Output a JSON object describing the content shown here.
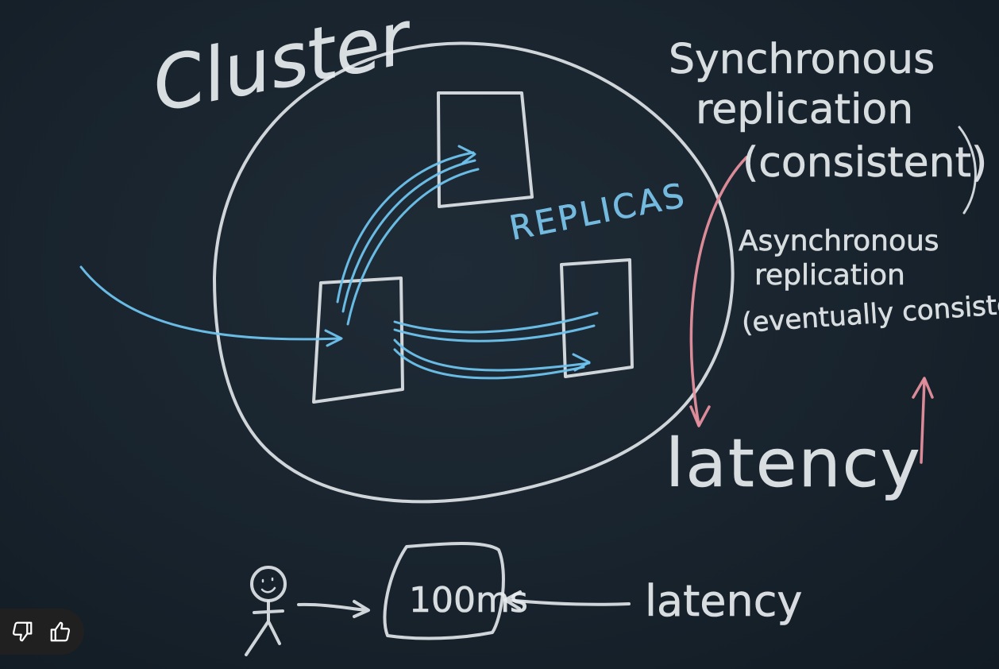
{
  "board": {
    "cluster_label": "Cluster",
    "replicas_label": "REPLICAS",
    "sync_line1": "Synchronous",
    "sync_line2": "replication",
    "sync_line3": "(consistent)",
    "async_line1": "Asynchronous",
    "async_line2": "replication",
    "async_line3": "(eventually consisten",
    "latency_big": "latency",
    "latency_small": "latency",
    "box_value": "100ms"
  },
  "controls": {
    "dislike_icon": "thumbs-down-icon",
    "like_icon": "thumbs-up-icon"
  },
  "colors": {
    "board": "#18232d",
    "chalk_white": "#e9edf0",
    "chalk_blue": "#6ec3ee",
    "chalk_pink": "#e6909e"
  }
}
